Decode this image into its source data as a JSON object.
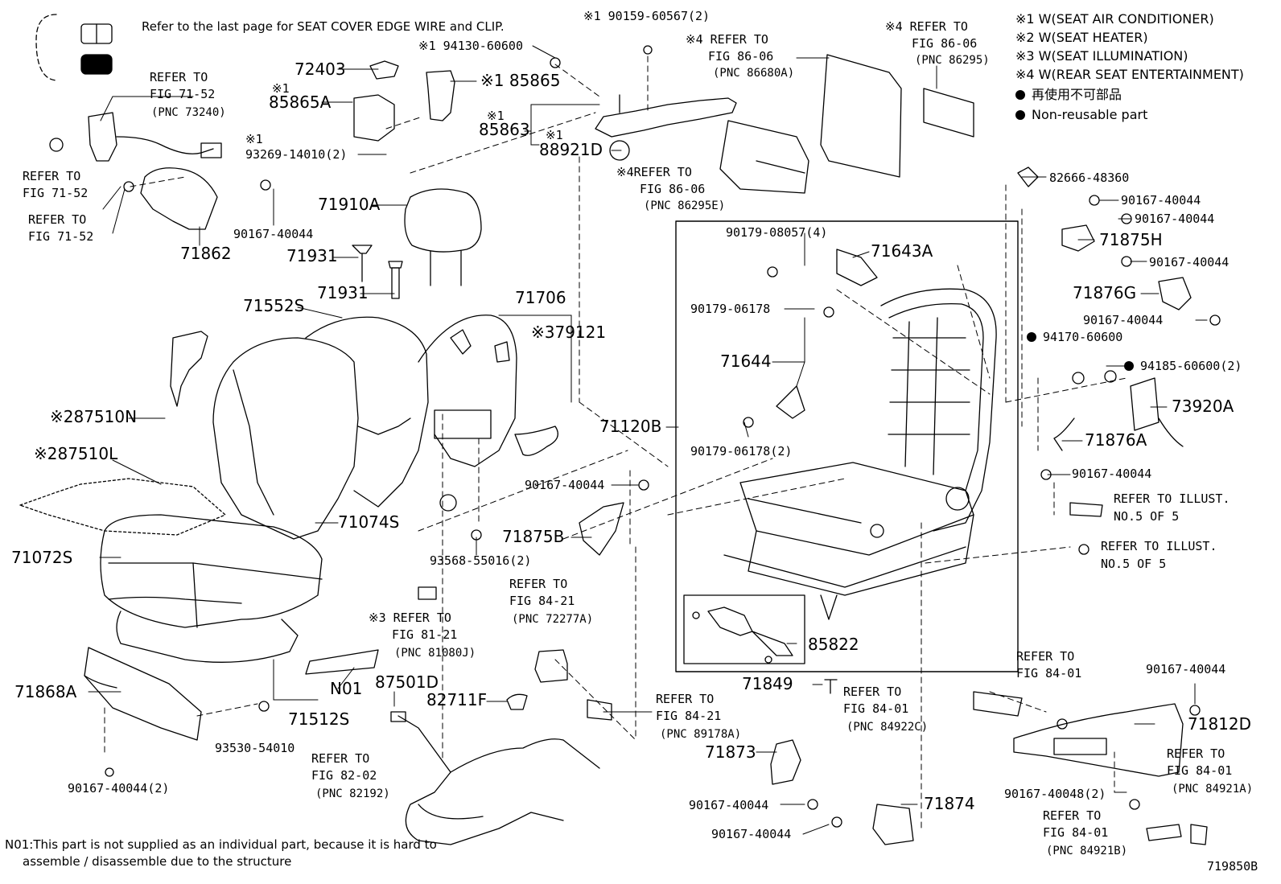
{
  "header_note": "Refer to the last page for SEAT COVER EDGE WIRE and CLIP.",
  "legend": {
    "w1": "※1 W(SEAT AIR CONDITIONER)",
    "w2": "※2 W(SEAT HEATER)",
    "w3": "※3 W(SEAT ILLUMINATION)",
    "w4": "※4 W(REAR SEAT ENTERTAINMENT)",
    "nonreusable_jp": "再使用不可部品",
    "nonreusable_en": "Non-reusable part"
  },
  "footnote": {
    "line1": "N01:This part is not supplied as an individual part, because it is hard to",
    "line2": "assemble / disassemble due to the structure"
  },
  "illustration_id": "719850B",
  "labels": {
    "l72403": "72403",
    "l85865a_mark": "※1",
    "l85865a": "85865A",
    "l93269_mark": "※1",
    "l93269": "93269-14010(2)",
    "l94130": "※1 94130-60600",
    "l85865": "※1 85865",
    "l90159": "※1  90159-60567(2)",
    "l85863_mark": "※1",
    "l85863": "85863",
    "l88921d": "88921D",
    "l88921d_mark": "※1",
    "ref8606a_1": "※4 REFER TO",
    "ref8606a_2": "FIG 86-06",
    "ref8606a_3": "(PNC 86680A)",
    "ref8606b_1": "※4 REFER TO",
    "ref8606b_2": "FIG 86-06",
    "ref8606b_3": "(PNC 86295)",
    "ref8606c_1": "※4REFER TO",
    "ref8606c_2": "FIG 86-06",
    "ref8606c_3": "(PNC 86295E)",
    "ref7152a_1": "REFER TO",
    "ref7152a_2": "FIG 71-52",
    "ref7152a_3": "(PNC 73240)",
    "ref7152b_1": "REFER TO",
    "ref7152b_2": "FIG 71-52",
    "ref7152c_1": "REFER TO",
    "ref7152c_2": "FIG 71-52",
    "l90167_a": "90167-40044",
    "l71862": "71862",
    "l71910a": "71910A",
    "l71931a": "71931",
    "l71931b": "71931",
    "l71552s": "71552S",
    "l71706": "71706",
    "l79121": "※379121",
    "l87510n": "※287510N",
    "l87510l": "※287510L",
    "l71074s": "71074S",
    "l71072s": "71072S",
    "l90167_b": "90167-40044",
    "l71875b": "71875B",
    "l93568": "93568-55016(2)",
    "ref8121_1": "※3 REFER TO",
    "ref8121_2": "FIG 81-21",
    "ref8121_3": "(PNC 81080J)",
    "ref8421a_1": "REFER TO",
    "ref8421a_2": "FIG 84-21",
    "ref8421a_3": "(PNC 72277A)",
    "l71868a": "71868A",
    "l93530": "93530-54010",
    "l90167_c": "90167-40044(2)",
    "l71512s": "71512S",
    "l_n01": "N01",
    "l87501d": "87501D",
    "l82711f": "82711F",
    "ref8421b_1": "REFER TO",
    "ref8421b_2": "FIG 84-21",
    "ref8421b_3": "(PNC 89178A)",
    "ref8202_1": "REFER TO",
    "ref8202_2": "FIG 82-02",
    "ref8202_3": "(PNC 82192)",
    "l90179_08057": "90179-08057(4)",
    "l71643a": "71643A",
    "l90179_06178": "90179-06178",
    "l71644": "71644",
    "l90179_06178_2": "90179-06178(2)",
    "l71120b": "71120B",
    "l85822": "85822",
    "l71849": "71849",
    "ref8401a_1": "REFER TO",
    "ref8401a_2": "FIG 84-01",
    "ref8401a_3": "(PNC 84922C)",
    "l71873": "71873",
    "l90167_d": "90167-40044",
    "l90167_e": "90167-40044",
    "l71874": "71874",
    "l82666": "82666-48360",
    "l90167_f": "90167-40044",
    "l90167_g": "90167-40044",
    "l71875h": "71875H",
    "l90167_h": "90167-40044",
    "l71876g": "71876G",
    "l90167_i": "90167-40044",
    "l94170": "94170-60600",
    "l94185": "94185-60600(2)",
    "l73920a": "73920A",
    "l71876a": "71876A",
    "l90167_j": "90167-40044",
    "refill1_1": "REFER TO ILLUST.",
    "refill1_2": "NO.5 OF 5",
    "refill2_1": "REFER TO ILLUST.",
    "refill2_2": "NO.5 OF 5",
    "ref8401b_1": "REFER TO",
    "ref8401b_2": "FIG 84-01",
    "l90167_k": "90167-40044",
    "l71812d": "71812D",
    "ref8401c_1": "REFER TO",
    "ref8401c_2": "FIG 84-01",
    "ref8401c_3": "(PNC 84921A)",
    "l90167_40048": "90167-40048(2)",
    "ref8401d_1": "REFER TO",
    "ref8401d_2": "FIG 84-01",
    "ref8401d_3": "(PNC 84921B)"
  }
}
